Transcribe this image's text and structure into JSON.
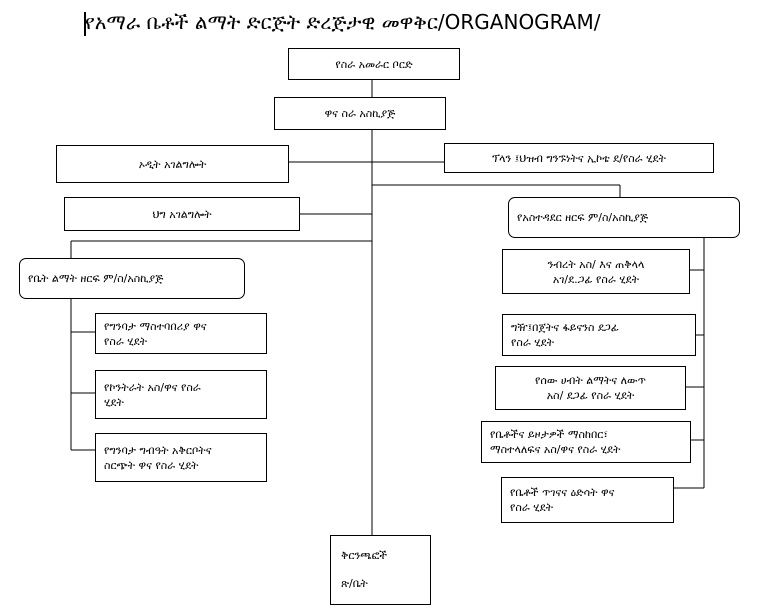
{
  "title": "የአማራ ቤቶች ልማት ድርጅት ድረጅታዊ መዋቅር/ORGANOGRAM/",
  "boxes": {
    "board": "የስራ አመራር ቦርድ",
    "gm": "ዋና ስራ አስኪያጅ",
    "audit": "ኦዲት አገልግሎት",
    "ethics": "ፕላን ፤ህዝብ ግንኙነትና ኢኮቴ ደ/የስራ ሂደት",
    "legal": "ህግ አገልግሎት",
    "admin_dept": "የአስተዳደር ዘርፍ ም/ስ/አስኪያጅ",
    "housing_dept": "የቤት ልማት ዘርፍ ም/ስ/አስኪያጅ",
    "left_sub": [
      [
        "የግንባታ ማስተባበሪያ ዋና",
        "የስራ ሂደት"
      ],
      [
        "የኮንትራት አስ/ዋና የስራ",
        "ሂደት"
      ],
      [
        "የግንባታ ግብዓት አቅርቦትና",
        "ስርጭት ዋና የስራ ሂደት"
      ]
    ],
    "right_sub": [
      [
        "ንብረት አስ/ እና ጠቅላላ",
        "አገ/ደ.ጋፊ የስራ ሂደት"
      ],
      [
        "ግዥ፤በጀትና ፋይናንስ ደጋፊ",
        "የስራ ሂደት"
      ],
      [
        "የሰው ሀብት ልማትና ለውጥ",
        "አስ/ ደጋፊ የስራ ሂደት"
      ],
      [
        "የቤቶችና ይዞታዎች ማስከበር፣",
        "ማስተላለፍና አስ/ዋና የስራ ሂደት"
      ],
      [
        "የቤቶች ጥገናና ዕድሳት ዋና",
        "የስራ ሂደት"
      ]
    ],
    "branches": [
      "ቅርንጫፎች",
      "ጽ/ቤት"
    ]
  }
}
